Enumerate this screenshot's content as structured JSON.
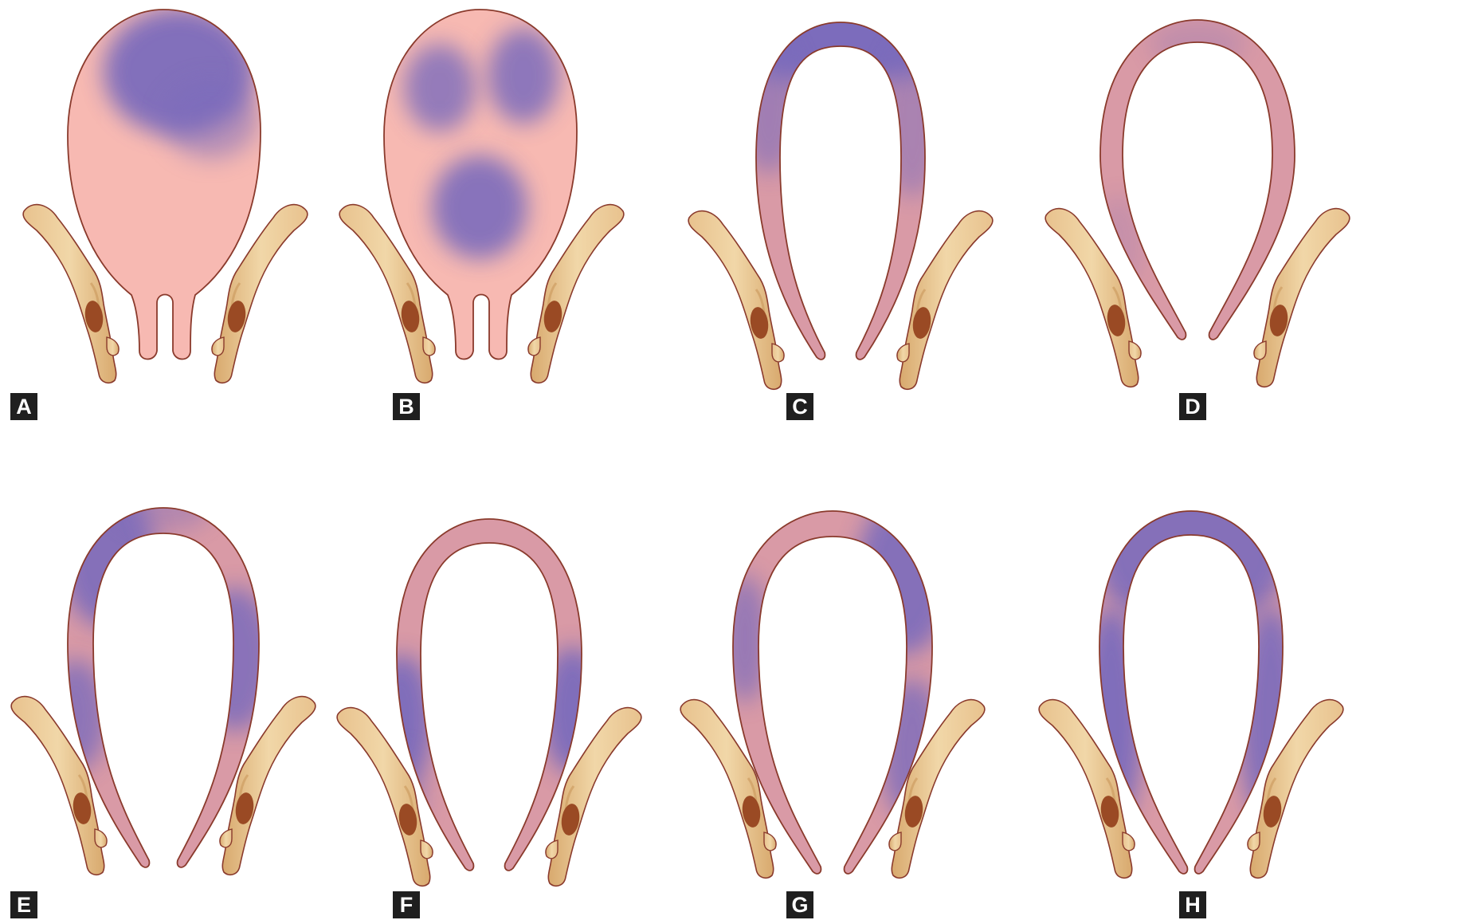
{
  "panels": [
    {
      "label": "A",
      "variant": "full"
    },
    {
      "label": "B",
      "variant": "full"
    },
    {
      "label": "C",
      "variant": "hollow"
    },
    {
      "label": "D",
      "variant": "hollow"
    },
    {
      "label": "E",
      "variant": "hollow"
    },
    {
      "label": "F",
      "variant": "hollow"
    },
    {
      "label": "G",
      "variant": "hollow"
    },
    {
      "label": "H",
      "variant": "hollow"
    }
  ],
  "colors": {
    "tissue_pink": "#f7b9b2",
    "tissue_rose": "#d99aa6",
    "tissue_purple": "#7b6cbc",
    "outline": "#8a3a2c",
    "bone": "#f1d7a8",
    "bone_shadow": "#c9985b",
    "bone_spot": "#9a4a24",
    "label_bg": "#1f1f1f",
    "label_text": "#ffffff"
  }
}
